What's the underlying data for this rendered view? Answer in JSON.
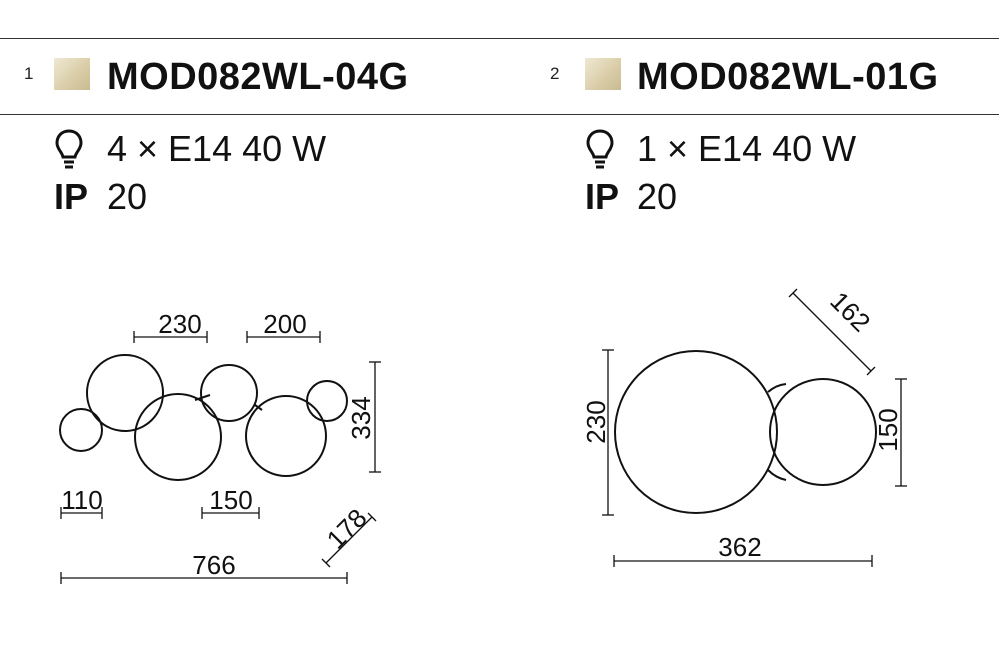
{
  "products": [
    {
      "index": "1",
      "model": "MOD082WL-04G",
      "lamp": "4 × E14 40 W",
      "ip_label": "IP",
      "ip_value": "20",
      "dimensions": {
        "top_left": "230",
        "top_right": "200",
        "height": "334",
        "small_sphere": "110",
        "mid_sphere": "150",
        "depth": "178",
        "width": "766"
      }
    },
    {
      "index": "2",
      "model": "MOD082WL-01G",
      "lamp": "1 × E14 40 W",
      "ip_label": "IP",
      "ip_value": "20",
      "dimensions": {
        "depth": "162",
        "large_sphere": "230",
        "small_sphere": "150",
        "width": "362"
      }
    }
  ],
  "icons": [
    "color-swatch-gold",
    "lightbulb-icon"
  ],
  "colors": {
    "swatch": "#d9cca6",
    "line": "#111111"
  }
}
